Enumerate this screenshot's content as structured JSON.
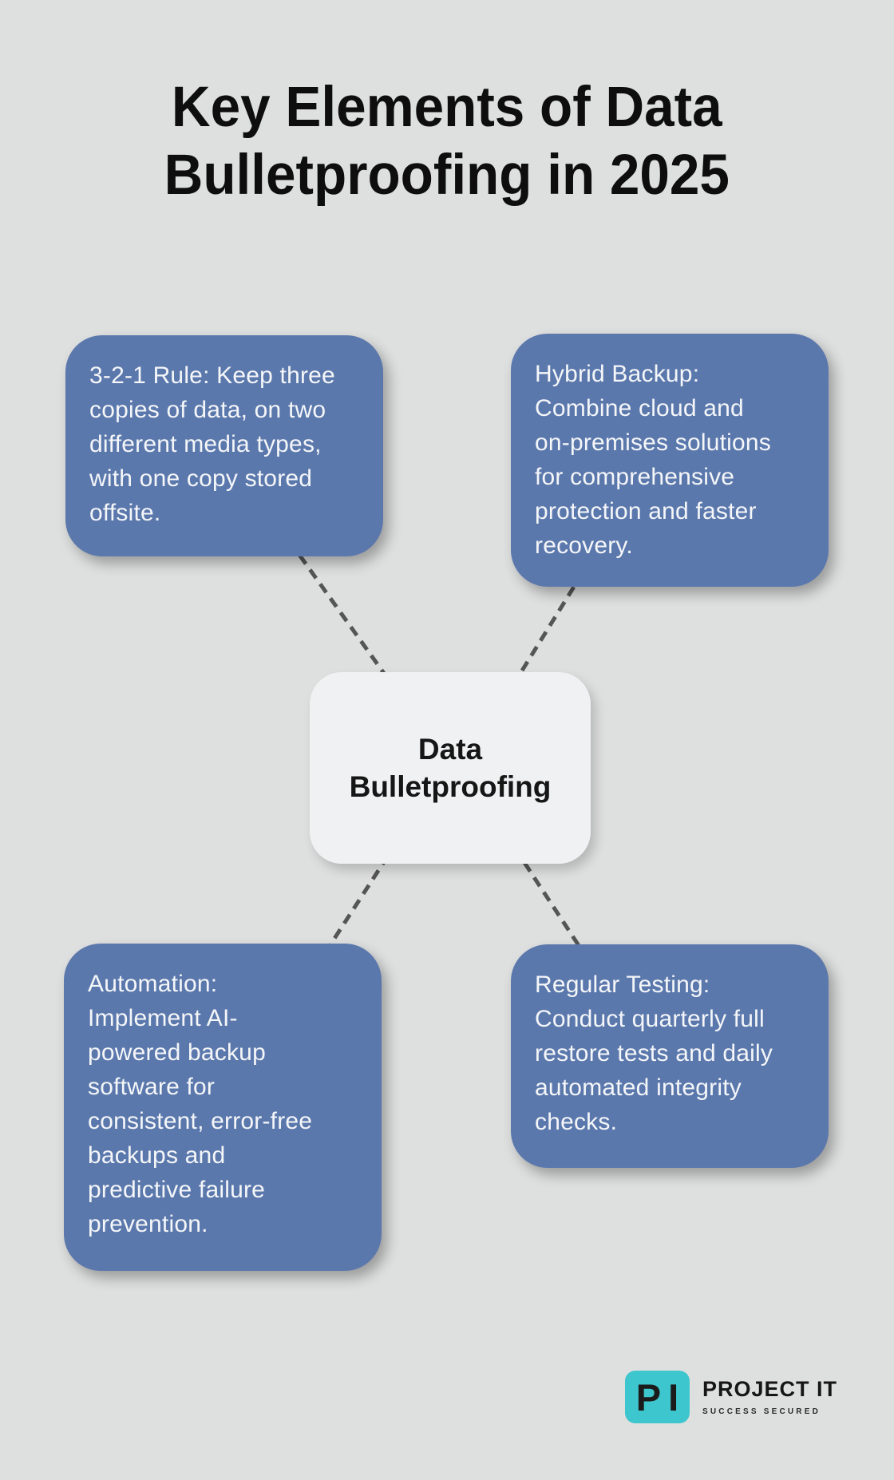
{
  "title": {
    "text": "Key Elements of Data\nBulletproofing in 2025"
  },
  "center_node": {
    "label": "Data\nBulletproofing"
  },
  "nodes": [
    {
      "id": "top-left",
      "text": "3-2-1 Rule: Keep three\ncopies of data, on two\ndifferent media types,\nwith one copy stored\noffsite."
    },
    {
      "id": "top-right",
      "text": "Hybrid Backup:\nCombine cloud and\non-premises solutions\nfor comprehensive\nprotection and faster\nrecovery."
    },
    {
      "id": "bottom-left",
      "text": "Automation:\nImplement AI-\npowered backup\nsoftware for\nconsistent, error-free\nbackups and\npredictive failure\nprevention."
    },
    {
      "id": "bottom-right",
      "text": "Regular Testing:\nConduct quarterly full\nrestore tests and daily\nautomated integrity\nchecks."
    }
  ],
  "logo": {
    "monogram": "PI",
    "name": "PROJECT IT",
    "tagline": "SUCCESS SECURED"
  },
  "colors": {
    "background": "#dedfdf",
    "node_fill": "#5b78ad",
    "node_text": "#f4f6f8",
    "center_fill": "#f0f1f2",
    "center_text": "#161616",
    "title_text": "#0e0e0e",
    "connector": "#555555",
    "logo_teal": "#3ec6ce",
    "logo_text": "#1b1b1b",
    "logo_name_text": "#161616"
  }
}
